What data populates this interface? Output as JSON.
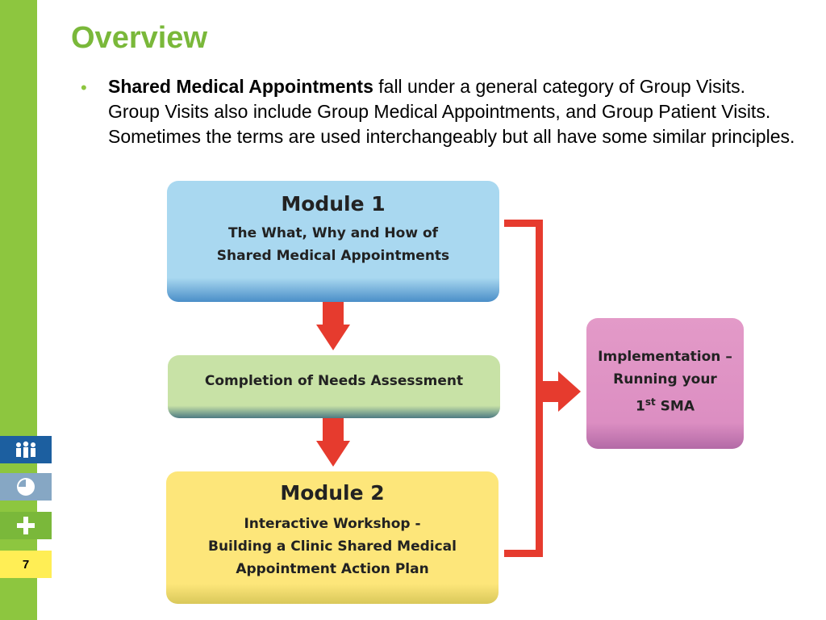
{
  "slide": {
    "title": "Overview",
    "bullet_bold": "Shared Medical Appointments",
    "bullet_rest": " fall under a general category of Group Visits. Group Visits also include Group Medical Appointments, and Group Patient Visits. Sometimes the terms are used interchangeably but all have some similar principles.",
    "page_number": "7"
  },
  "diagram": {
    "module1": {
      "heading": "Module 1",
      "line1": "The What, Why and How of",
      "line2": "Shared Medical Appointments"
    },
    "needs": {
      "label": "Completion of Needs Assessment"
    },
    "module2": {
      "heading": "Module 2",
      "line1": "Interactive Workshop -",
      "line2": "Building a Clinic Shared Medical",
      "line3": "Appointment Action Plan"
    },
    "implementation": {
      "line1": "Implementation –",
      "line2": "Running your",
      "line3_num": "1",
      "line3_sup": "st",
      "line3_rest": " SMA"
    }
  },
  "colors": {
    "sidebar": "#8dc63f",
    "title": "#7ab83a",
    "arrow": "#e63b2e",
    "module1": "#a9d8f0",
    "needs": "#c8e2a6",
    "module2": "#fde67a",
    "implementation": "#e39ac8"
  },
  "icons": [
    "people-icon",
    "clock-icon",
    "plus-icon"
  ]
}
